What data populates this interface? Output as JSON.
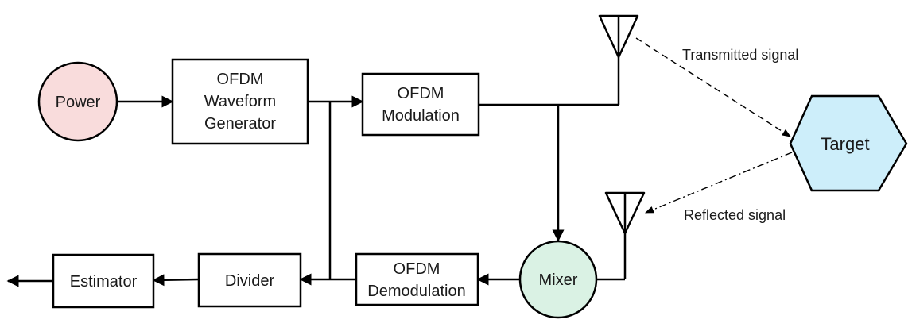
{
  "nodes": {
    "power": {
      "label": "Power",
      "color": "#f9dcdc"
    },
    "waveform_generator": {
      "lines": [
        "OFDM",
        "Waveform",
        "Generator"
      ]
    },
    "modulation": {
      "lines": [
        "OFDM",
        "Modulation"
      ]
    },
    "demodulation": {
      "lines": [
        "OFDM",
        "Demodulation"
      ]
    },
    "mixer": {
      "label": "Mixer",
      "color": "#daf2e4"
    },
    "divider": {
      "label": "Divider"
    },
    "estimator": {
      "label": "Estimator"
    },
    "target": {
      "label": "Target",
      "color": "#cdeefa"
    }
  },
  "signals": {
    "transmitted": "Transmitted signal",
    "reflected": "Reflected signal"
  }
}
